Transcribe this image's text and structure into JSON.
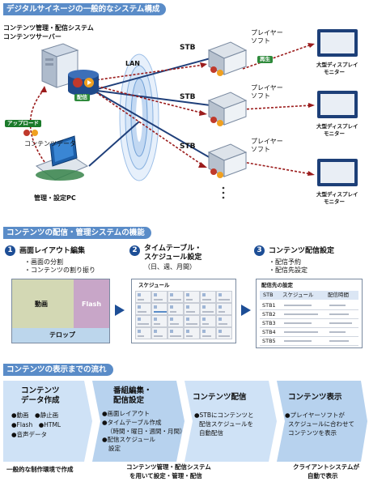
{
  "section1": {
    "title": "デジタルサイネージの一般的なシステム構成",
    "server_label_1": "コンテンツ管理・配信システム",
    "server_label_2": "コンテンツサーバー",
    "lan_label": "LAN",
    "upload_badge": "アップロード",
    "delivery_badge": "配信",
    "content_data_label": "コンテンツデータ",
    "pc_label": "管理・設定PC",
    "stb_label": "STB",
    "player_label_1": "プレイヤー",
    "player_label_2": "ソフト",
    "play_badge": "再生",
    "display_label_1": "大型ディスプレイ",
    "display_label_2": "モニター",
    "rows": [
      {
        "stb": "STB"
      },
      {
        "stb": "STB"
      },
      {
        "stb": "STB"
      }
    ]
  },
  "section2": {
    "title": "コンテンツの配信・管理システムの機能",
    "step1": {
      "num": "1",
      "title": "画面レイアウト編集",
      "bullets": [
        "・画面の分割",
        "・コンテンツの割り振り"
      ],
      "layout_video": "動画",
      "layout_flash": "Flash",
      "layout_ticker": "テロップ"
    },
    "step2": {
      "num": "2",
      "title_1": "タイムテーブル・",
      "title_2": "スケジュール設定",
      "sub": "（日、週、月間）",
      "grid_title": "スケジュール"
    },
    "step3": {
      "num": "3",
      "title": "コンテンツ配信設定",
      "bullets": [
        "・配信予約",
        "・配信先設定"
      ],
      "table_title": "配信先の設定",
      "headers": [
        "STB",
        "スケジュール",
        "配信時間"
      ],
      "rows": [
        "STB1",
        "STB2",
        "STB3",
        "STB4",
        "STB5"
      ]
    }
  },
  "section3": {
    "title": "コンテンツの表示までの流れ",
    "steps": [
      {
        "title_1": "コンテンツ",
        "title_2": "データ作成",
        "items": [
          "●動画　●静止画",
          "●Flash　●HTML",
          "●音声データ"
        ],
        "caption": "一般的な制作環境で作成"
      },
      {
        "title_1": "番組編集・",
        "title_2": "配信設定",
        "items": [
          "●画面レイアウト",
          "●タイムテーブル作成",
          "（時間・曜日・週間・月間）",
          "●配信スケジュール",
          "設定"
        ],
        "caption": "コンテンツ管理・配信システム を用いて設定・管理・配信"
      },
      {
        "title_1": "コンテンツ配信",
        "title_2": "",
        "items": [
          "●STBにコンテンツと",
          "配信スケジュールを",
          "自動配信"
        ],
        "caption": ""
      },
      {
        "title_1": "コンテンツ表示",
        "title_2": "",
        "items": [
          "●プレイヤーソフトが",
          "スケジュールに合わせて",
          "コンテンツを表示"
        ],
        "caption": "クライアントシステムが 自動で表示"
      }
    ]
  },
  "colors": {
    "accent": "#5a8cc8",
    "dark_blue": "#1d4e96",
    "chevron": "#cfe2f6",
    "chevron_dark": "#b7d2ee",
    "dashed_red": "#9b1c1c",
    "green": "#1a7a2a"
  }
}
